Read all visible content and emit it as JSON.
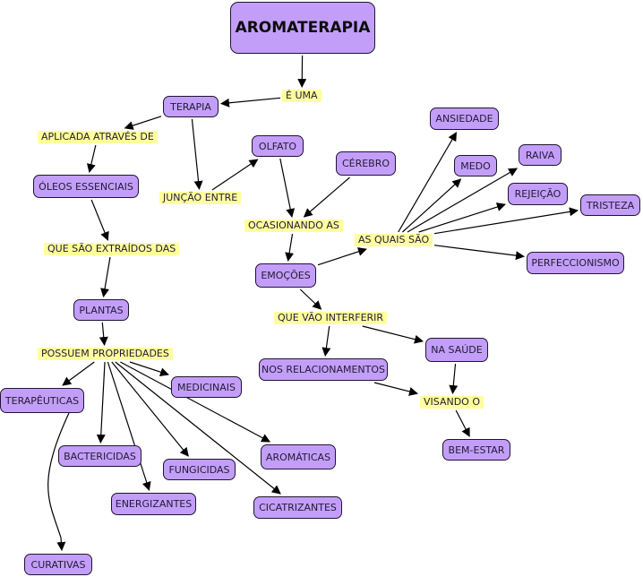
{
  "map": {
    "title": "AROMATERAPIA",
    "colors": {
      "concept_fill": "#c39ef9",
      "concept_border": "#1e1530",
      "link_fill": "#ffff9e",
      "line": "#000000"
    },
    "concepts": {
      "aromaterapia": "AROMATERAPIA",
      "terapia": "TERAPIA",
      "oleos": "ÓLEOS ESSENCIAIS",
      "olfato": "OLFATO",
      "cerebro": "CÉREBRO",
      "emocoes": "EMOÇÕES",
      "ansiedade": "ANSIEDADE",
      "medo": "MEDO",
      "raiva": "RAIVA",
      "rejeicao": "REJEIÇÃO",
      "tristeza": "TRISTEZA",
      "perfeccionismo": "PERFECCIONISMO",
      "plantas": "PLANTAS",
      "terapeuticas": "TERAPÊUTICAS",
      "medicinais": "MEDICINAIS",
      "bactericidas": "BACTERICIDAS",
      "fungicidas": "FUNGICIDAS",
      "aromaticas": "AROMÁTICAS",
      "energizantes": "ENERGIZANTES",
      "cicatrizantes": "CICATRIZANTES",
      "curativas": "CURATIVAS",
      "relacionamentos": "NOS RELACIONAMENTOS",
      "saude": "NA SAÚDE",
      "bemestar": "BEM-ESTAR"
    },
    "links": {
      "e_uma": "É UMA",
      "aplicada": "APLICADA ATRAVÉS DE",
      "juncao": "JUNÇÃO ENTRE",
      "ocasionando": "OCASIONANDO AS",
      "quais": "AS QUAIS SÃO",
      "extraidos": "QUE SÃO EXTRAÍDOS DAS",
      "possuem": "POSSUEM PROPRIEDADES",
      "interferir": "QUE VÃO INTERFERIR",
      "visando": "VISANDO O"
    },
    "relations": [
      [
        "aromaterapia",
        "e_uma"
      ],
      [
        "e_uma",
        "terapia"
      ],
      [
        "terapia",
        "aplicada"
      ],
      [
        "aplicada",
        "oleos"
      ],
      [
        "terapia",
        "juncao"
      ],
      [
        "juncao",
        "olfato"
      ],
      [
        "olfato",
        "ocasionando"
      ],
      [
        "cerebro",
        "ocasionando"
      ],
      [
        "ocasionando",
        "emocoes"
      ],
      [
        "emocoes",
        "quais"
      ],
      [
        "quais",
        "ansiedade"
      ],
      [
        "quais",
        "medo"
      ],
      [
        "quais",
        "raiva"
      ],
      [
        "quais",
        "rejeicao"
      ],
      [
        "quais",
        "tristeza"
      ],
      [
        "quais",
        "perfeccionismo"
      ],
      [
        "oleos",
        "extraidos"
      ],
      [
        "extraidos",
        "plantas"
      ],
      [
        "plantas",
        "possuem"
      ],
      [
        "possuem",
        "terapeuticas"
      ],
      [
        "possuem",
        "medicinais"
      ],
      [
        "possuem",
        "bactericidas"
      ],
      [
        "possuem",
        "energizantes"
      ],
      [
        "possuem",
        "fungicidas"
      ],
      [
        "possuem",
        "aromaticas"
      ],
      [
        "possuem",
        "cicatrizantes"
      ],
      [
        "terapeuticas",
        "curativas"
      ],
      [
        "emocoes",
        "interferir"
      ],
      [
        "interferir",
        "relacionamentos"
      ],
      [
        "interferir",
        "saude"
      ],
      [
        "relacionamentos",
        "visando"
      ],
      [
        "saude",
        "visando"
      ],
      [
        "visando",
        "bemestar"
      ]
    ]
  }
}
